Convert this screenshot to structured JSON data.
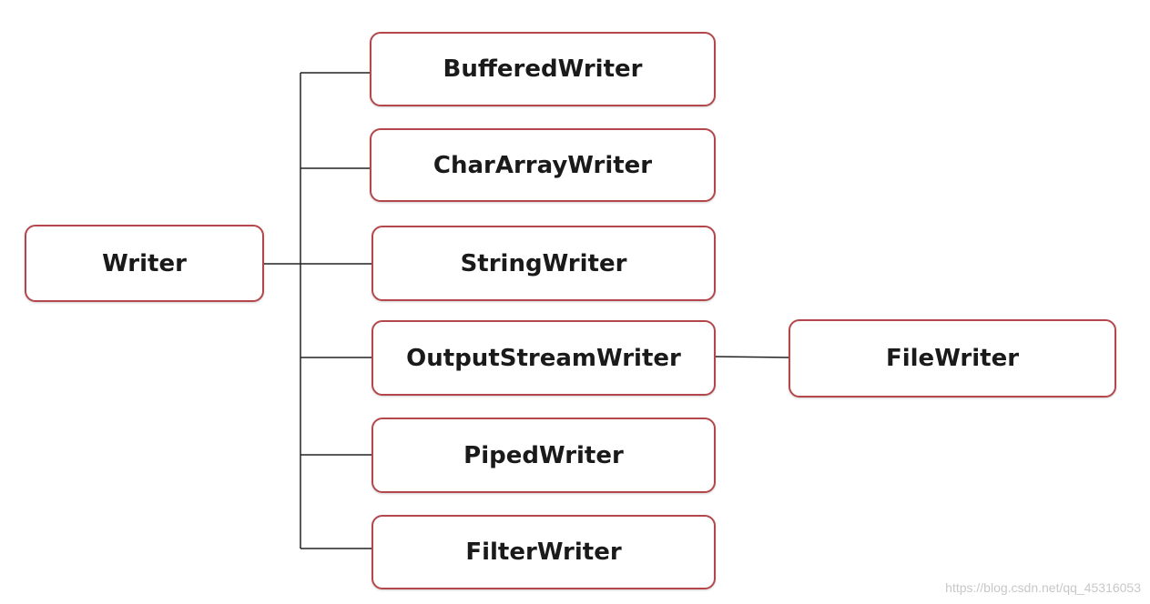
{
  "diagram": {
    "root": {
      "label": "Writer"
    },
    "children": [
      {
        "label": "BufferedWriter"
      },
      {
        "label": "CharArrayWriter"
      },
      {
        "label": "StringWriter"
      },
      {
        "label": "OutputStreamWriter"
      },
      {
        "label": "PipedWriter"
      },
      {
        "label": "FilterWriter"
      }
    ],
    "grandchild": {
      "label": "FileWriter",
      "parent": "OutputStreamWriter"
    },
    "colors": {
      "border": "#b3474b",
      "line": "#222222",
      "text": "#1a1a1a"
    }
  },
  "watermark": "https://blog.csdn.net/qq_45316053"
}
